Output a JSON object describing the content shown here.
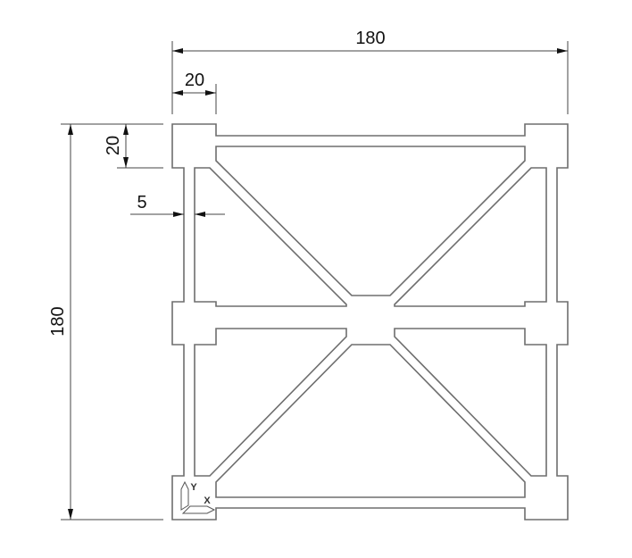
{
  "drawing": {
    "type": "cad-profile-cross-section",
    "description": "Square aluminium extrusion profile with X-bracing",
    "colors": {
      "outline": "#6e6e6e",
      "dimension": "#333333",
      "background": "#ffffff"
    }
  },
  "dimensions": {
    "overall_width": "180",
    "overall_height": "180",
    "corner_width": "20",
    "corner_height": "20",
    "wall_thickness": "5"
  },
  "ucs_icon": {
    "x_label": "X",
    "y_label": "Y"
  }
}
